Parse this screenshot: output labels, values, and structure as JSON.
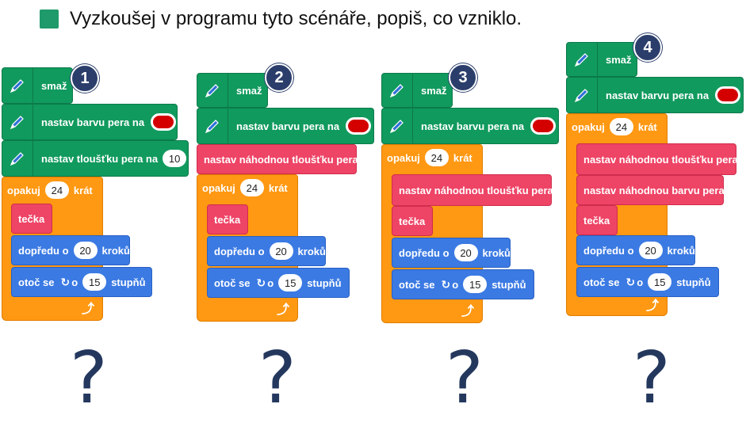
{
  "heading": "Vyzkoušej v programu tyto scénáře, popiš, co vzniklo.",
  "blocks": {
    "clear": "smaž",
    "set_color": "nastav barvu pera na",
    "set_size": "nastav tloušťku pera na",
    "repeat": "opakuj",
    "times": "krát",
    "dot": "tečka",
    "move": "dopředu o",
    "steps": "kroků",
    "turn": "otoč se",
    "turn_o": "o",
    "degrees": "stupňů",
    "random_size": "nastav náhodnou tloušťku pera",
    "random_color": "nastav náhodnou barvu pera"
  },
  "values": {
    "pen_size": "10",
    "repeat_count": "24",
    "move_steps": "20",
    "turn_degrees": "15"
  },
  "colors": {
    "pen_color": "#d40000"
  },
  "scripts": [
    {
      "number": "1"
    },
    {
      "number": "2"
    },
    {
      "number": "3"
    },
    {
      "number": "4"
    }
  ],
  "result_mark": "?"
}
